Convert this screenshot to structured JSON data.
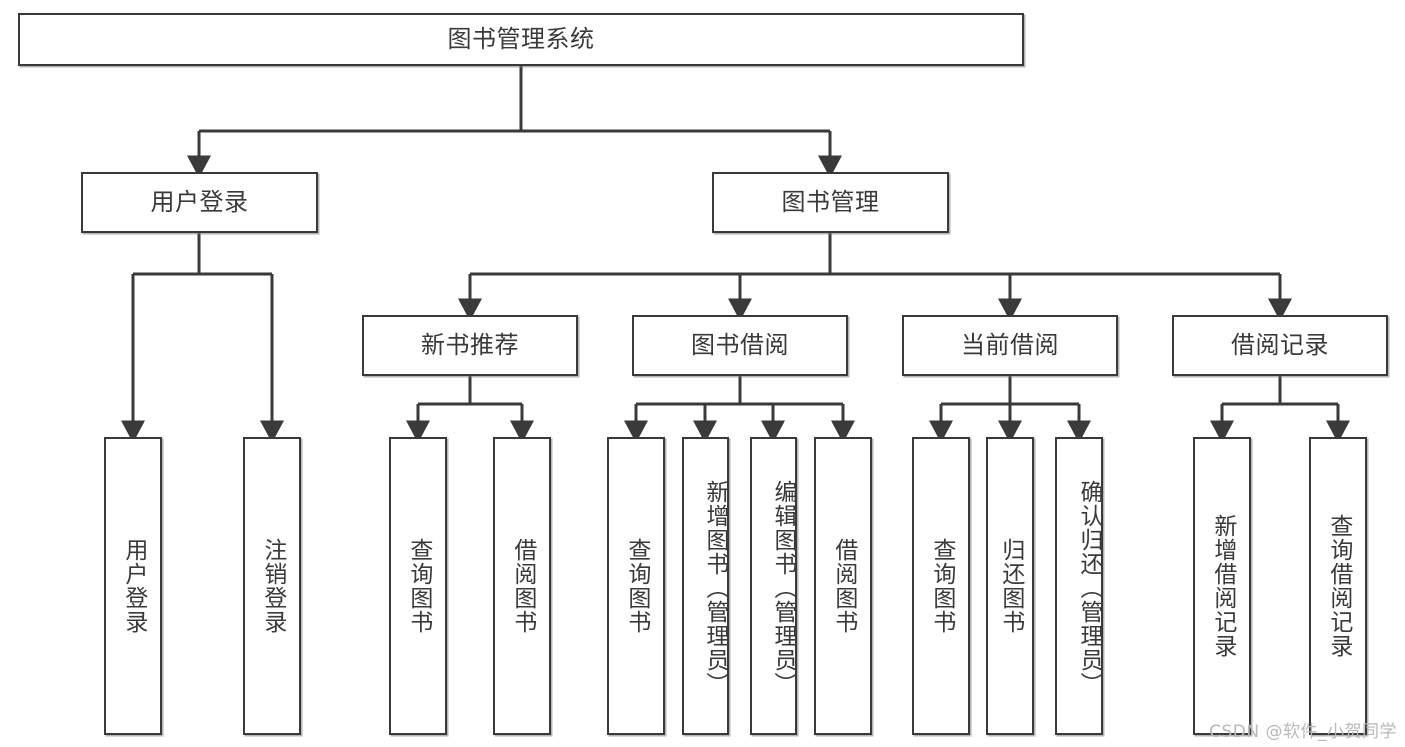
{
  "diagram": {
    "title": "图书管理系统",
    "type": "tree-hierarchy",
    "root": {
      "label": "图书管理系统"
    },
    "level2": [
      {
        "label": "用户登录"
      },
      {
        "label": "图书管理"
      }
    ],
    "level3": [
      {
        "label": "新书推荐"
      },
      {
        "label": "图书借阅"
      },
      {
        "label": "当前借阅"
      },
      {
        "label": "借阅记录"
      }
    ],
    "leaves": {
      "user_login": [
        {
          "label": "用户登录"
        },
        {
          "label": "注销登录"
        }
      ],
      "new_book_recommend": [
        {
          "label": "查询图书"
        },
        {
          "label": "借阅图书"
        }
      ],
      "book_borrow": [
        {
          "label": "查询图书"
        },
        {
          "label": "新增图书（管理员）"
        },
        {
          "label": "编辑图书（管理员）"
        },
        {
          "label": "借阅图书"
        }
      ],
      "current_borrow": [
        {
          "label": "查询图书"
        },
        {
          "label": "归还图书"
        },
        {
          "label": "确认归还（管理员）"
        }
      ],
      "borrow_record": [
        {
          "label": "新增借阅记录"
        },
        {
          "label": "查询借阅记录"
        }
      ]
    }
  },
  "watermark": {
    "text": "CSDN @软件_小贺同学"
  },
  "colors": {
    "border": "#3a3a3a",
    "background": "#ffffff",
    "text": "#3a3a3a",
    "watermark": "#b9b9b9"
  }
}
